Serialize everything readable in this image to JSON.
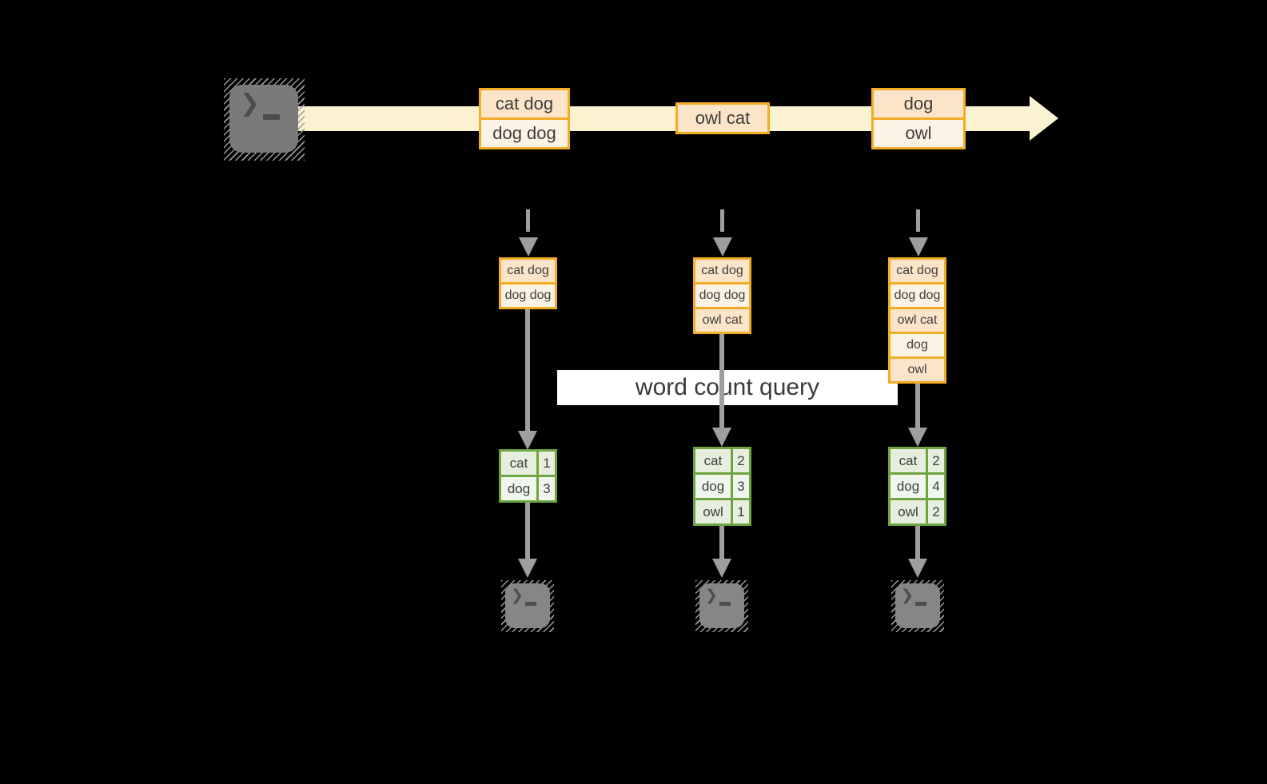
{
  "diagram": {
    "query_label": "word count query",
    "terminal_glyph": "❯",
    "stream": {
      "batches": [
        {
          "lines": [
            "cat dog",
            "dog dog"
          ]
        },
        {
          "lines": [
            "owl cat"
          ]
        },
        {
          "lines": [
            "dog",
            "owl"
          ]
        }
      ]
    },
    "columns": [
      {
        "state": [
          "cat dog",
          "dog dog"
        ],
        "counts": [
          {
            "word": "cat",
            "count": "1"
          },
          {
            "word": "dog",
            "count": "3"
          }
        ]
      },
      {
        "state": [
          "cat dog",
          "dog dog",
          "owl cat"
        ],
        "counts": [
          {
            "word": "cat",
            "count": "2"
          },
          {
            "word": "dog",
            "count": "3"
          },
          {
            "word": "owl",
            "count": "1"
          }
        ]
      },
      {
        "state": [
          "cat dog",
          "dog dog",
          "owl cat",
          "dog",
          "owl"
        ],
        "counts": [
          {
            "word": "cat",
            "count": "2"
          },
          {
            "word": "dog",
            "count": "4"
          },
          {
            "word": "owl",
            "count": "2"
          }
        ]
      }
    ],
    "colors": {
      "background": "#000000",
      "stream_band": "#fbf2d2",
      "event_border": "#f1ad27",
      "event_fill_dark": "#fce4c8",
      "event_fill_light": "#fdf3e4",
      "table_border": "#6ea540",
      "table_fill_dark": "#e7eedd",
      "table_fill_light": "#f1f6ec",
      "arrow_gray": "#9e9e9e",
      "text": "#3d3d3d",
      "label_background": "#ffffff"
    }
  }
}
